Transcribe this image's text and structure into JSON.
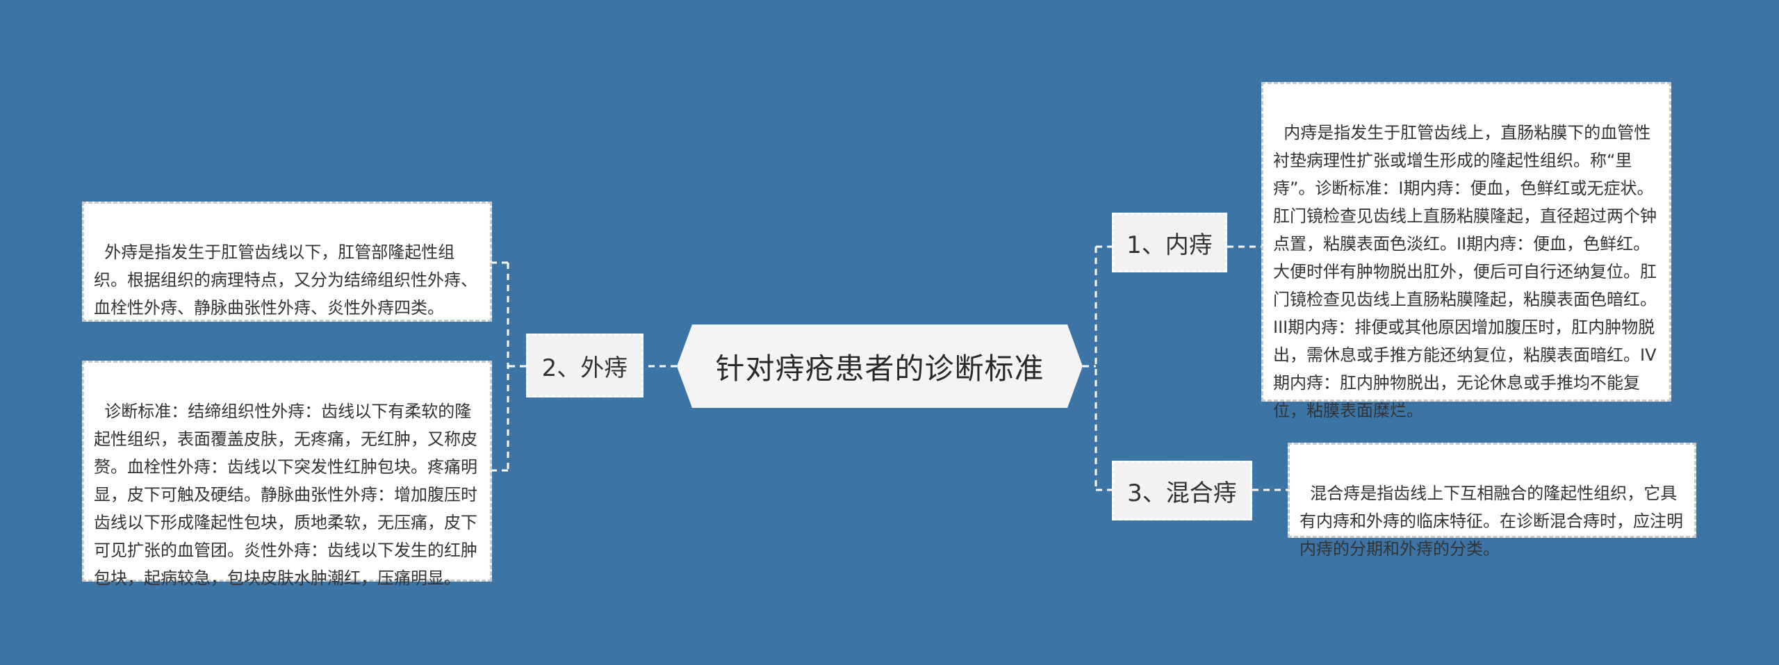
{
  "root": {
    "title": "针对痔疮患者的诊断标准"
  },
  "branches": [
    {
      "label": "1、内痔",
      "leaves": [
        "内痔是指发生于肛管齿线上，直肠粘膜下的血管性衬垫病理性扩张或增生形成的隆起性组织。称“里痔”。诊断标准：I期内痔：便血，色鲜红或无症状。肛门镜检查见齿线上直肠粘膜隆起，直径超过两个钟点置，粘膜表面色淡红。II期内痔：便血，色鲜红。大便时伴有肿物脱出肛外，便后可自行还纳复位。肛门镜检查见齿线上直肠粘膜隆起，粘膜表面色暗红。III期内痔：排便或其他原因增加腹压时，肛内肿物脱出，需休息或手推方能还纳复位，粘膜表面暗红。IV期内痔：肛内肿物脱出，无论休息或手推均不能复位，粘膜表面糜烂。"
      ]
    },
    {
      "label": "2、外痔",
      "leaves": [
        "外痔是指发生于肛管齿线以下，肛管部隆起性组织。根据组织的病理特点，又分为结缔组织性外痔、血栓性外痔、静脉曲张性外痔、炎性外痔四类。",
        "诊断标准：结缔组织性外痔：齿线以下有柔软的隆起性组织，表面覆盖皮肤，无疼痛，无红肿，又称皮赘。血栓性外痔：齿线以下突发性红肿包块。疼痛明显，皮下可触及硬结。静脉曲张性外痔：增加腹压时齿线以下形成隆起性包块，质地柔软，无压痛，皮下可见扩张的血管团。炎性外痔：齿线以下发生的红肿包块，起病较急，包块皮肤水肿潮红，压痛明显。"
      ]
    },
    {
      "label": "3、混合痔",
      "leaves": [
        "混合痔是指齿线上下互相融合的隆起性组织，它具有内痔和外痔的临床特征。在诊断混合痔时，应注明内痔的分期和外痔的分类。"
      ]
    }
  ],
  "colors": {
    "background": "#3d74a6",
    "node_fill": "#f2f2f2",
    "leaf_fill": "#ffffff",
    "connector": "#ffffff"
  }
}
